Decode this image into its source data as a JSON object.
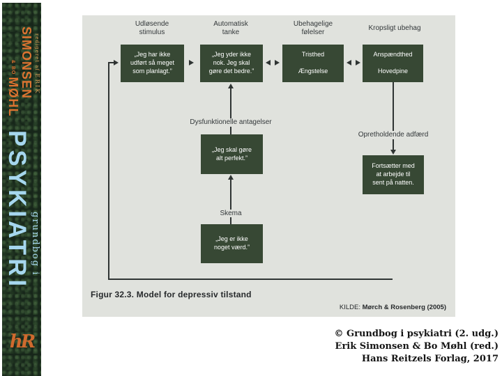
{
  "spine": {
    "editor_prefix": "redigeret af ",
    "editor_name": "ERIK",
    "author1": "SIMONSEN",
    "amp_bo": "& BO",
    "author2": "MØHL",
    "subtitle": "grundbog i",
    "title": "PSYKIATRI",
    "logo": "hR",
    "colors": {
      "background": "#17261a",
      "orange": "#dd7431",
      "blue": "#a6d7ee"
    }
  },
  "figure": {
    "colors": {
      "panel": "#e0e2dd",
      "box": "#374834",
      "line": "#2f3433"
    },
    "top_row": [
      {
        "label": "Udløsende\nstimulus",
        "box": "„Jeg har ikke\nudført så meget\nsom planlagt.”"
      },
      {
        "label": "Automatisk\ntanke",
        "box": "„Jeg yder ikke\nnok. Jeg skal\ngøre det bedre.”"
      },
      {
        "label": "Ubehagelige\nfølelser",
        "box": "Tristhed\n\nÆngstelse"
      },
      {
        "label": "Kropsligt ubehag",
        "box": "Anspændthed\n\nHovedpine"
      }
    ],
    "assumptions": {
      "label": "Dysfunktionelle antagelser",
      "box": "„Jeg skal gøre\nalt perfekt.”"
    },
    "schema": {
      "label": "Skema",
      "box": "„Jeg er ikke\nnoget værd.”"
    },
    "behavior": {
      "label": "Opretholdende adfærd",
      "box": "Fortsætter med\nat arbejde til\nsent på natten."
    },
    "caption": "Figur 32.3. Model for depressiv tilstand",
    "source_label": "KILDE: ",
    "source_value": "Mørch & Rosenberg (2005)"
  },
  "credit": {
    "line1": "© Grundbog i psykiatri (2. udg.)",
    "line2": "Erik Simonsen & Bo Møhl (red.)",
    "line3": "Hans Reitzels Forlag, 2017"
  }
}
